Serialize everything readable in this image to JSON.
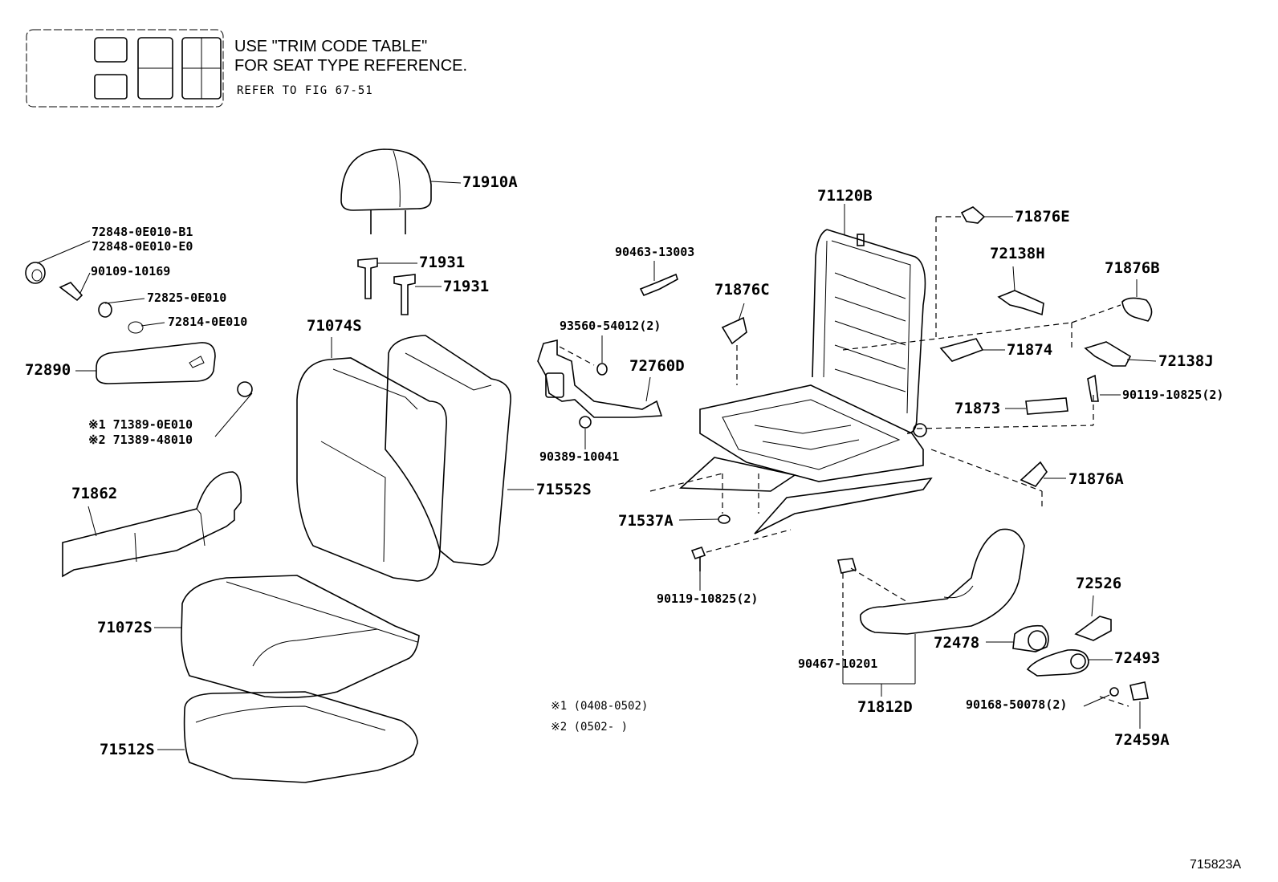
{
  "note": {
    "line1": "USE  \"TRIM CODE TABLE\"",
    "line2": "FOR SEAT TYPE REFERENCE.",
    "line3": "REFER TO FIG  67-51"
  },
  "parts": {
    "p71910A": "71910A",
    "p71931a": "71931",
    "p71931b": "71931",
    "p72848b1": "72848-0E010-B1",
    "p72848e0": "72848-0E010-E0",
    "p90109": "90109-10169",
    "p72825": "72825-0E010",
    "p72814": "72814-0E010",
    "p72890": "72890",
    "p71389a": "※1 71389-0E010",
    "p71389b": "※2 71389-48010",
    "p71862": "71862",
    "p71074S": "71074S",
    "p71552S": "71552S",
    "p71072S": "71072S",
    "p71512S": "71512S",
    "p90463": "90463-13003",
    "p93560": "93560-54012(2)",
    "p72760D": "72760D",
    "p90389": "90389-10041",
    "p71876C": "71876C",
    "p71120B": "71120B",
    "p71876E": "71876E",
    "p72138H": "72138H",
    "p71876B": "71876B",
    "p71874": "71874",
    "p72138J": "72138J",
    "p90119a": "90119-10825(2)",
    "p71873": "71873",
    "p71876A": "71876A",
    "p71537A": "71537A",
    "p90119b": "90119-10825(2)",
    "p90467": "90467-10201",
    "p71812D": "71812D",
    "p72526": "72526",
    "p72478": "72478",
    "p72493": "72493",
    "p90168": "90168-50078(2)",
    "p72459A": "72459A"
  },
  "footnotes": {
    "f1": "※1 (0408-0502)",
    "f2": "※2 (0502-      )"
  },
  "figure_id": "715823A"
}
